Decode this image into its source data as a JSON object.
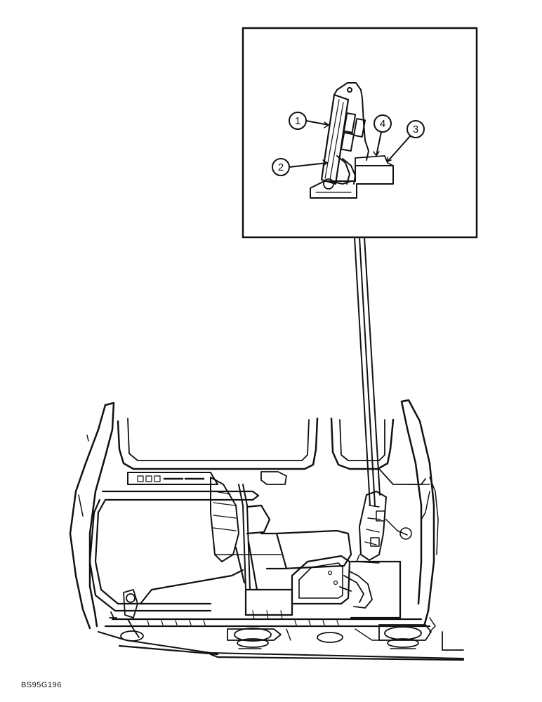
{
  "figure": {
    "code": "BS95G196",
    "line_color": "#111111",
    "background": "#ffffff"
  },
  "callouts": [
    {
      "label": "1"
    },
    {
      "label": "2"
    },
    {
      "label": "3"
    },
    {
      "label": "4"
    }
  ]
}
